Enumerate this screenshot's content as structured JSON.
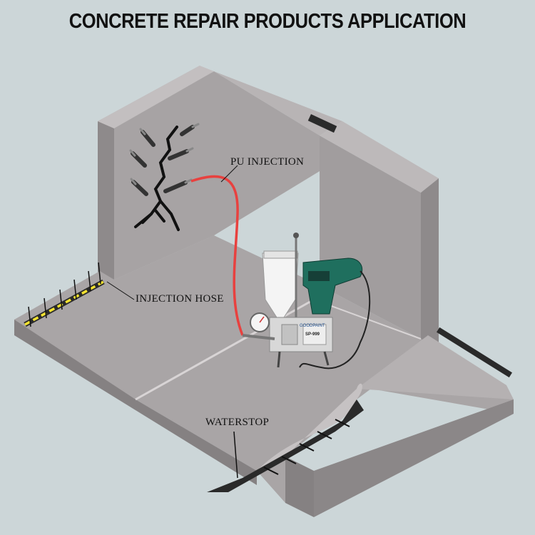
{
  "title": "CONCRETE REPAIR PRODUCTS APPLICATION",
  "labels": {
    "pu_injection": "PU INJECTION",
    "injection_hose": "INJECTION HOSE",
    "waterstop": "WATERSTOP"
  },
  "machine": {
    "brand": "GOODPAINT",
    "model": "SP-999"
  },
  "colors": {
    "background": "#ccd6d8",
    "concrete_top": "#a8a4a5",
    "concrete_side": "#8f8b8c",
    "hose": "#e8413f",
    "injection_hose": "#f2e230",
    "drill": "#1f6f5e"
  }
}
